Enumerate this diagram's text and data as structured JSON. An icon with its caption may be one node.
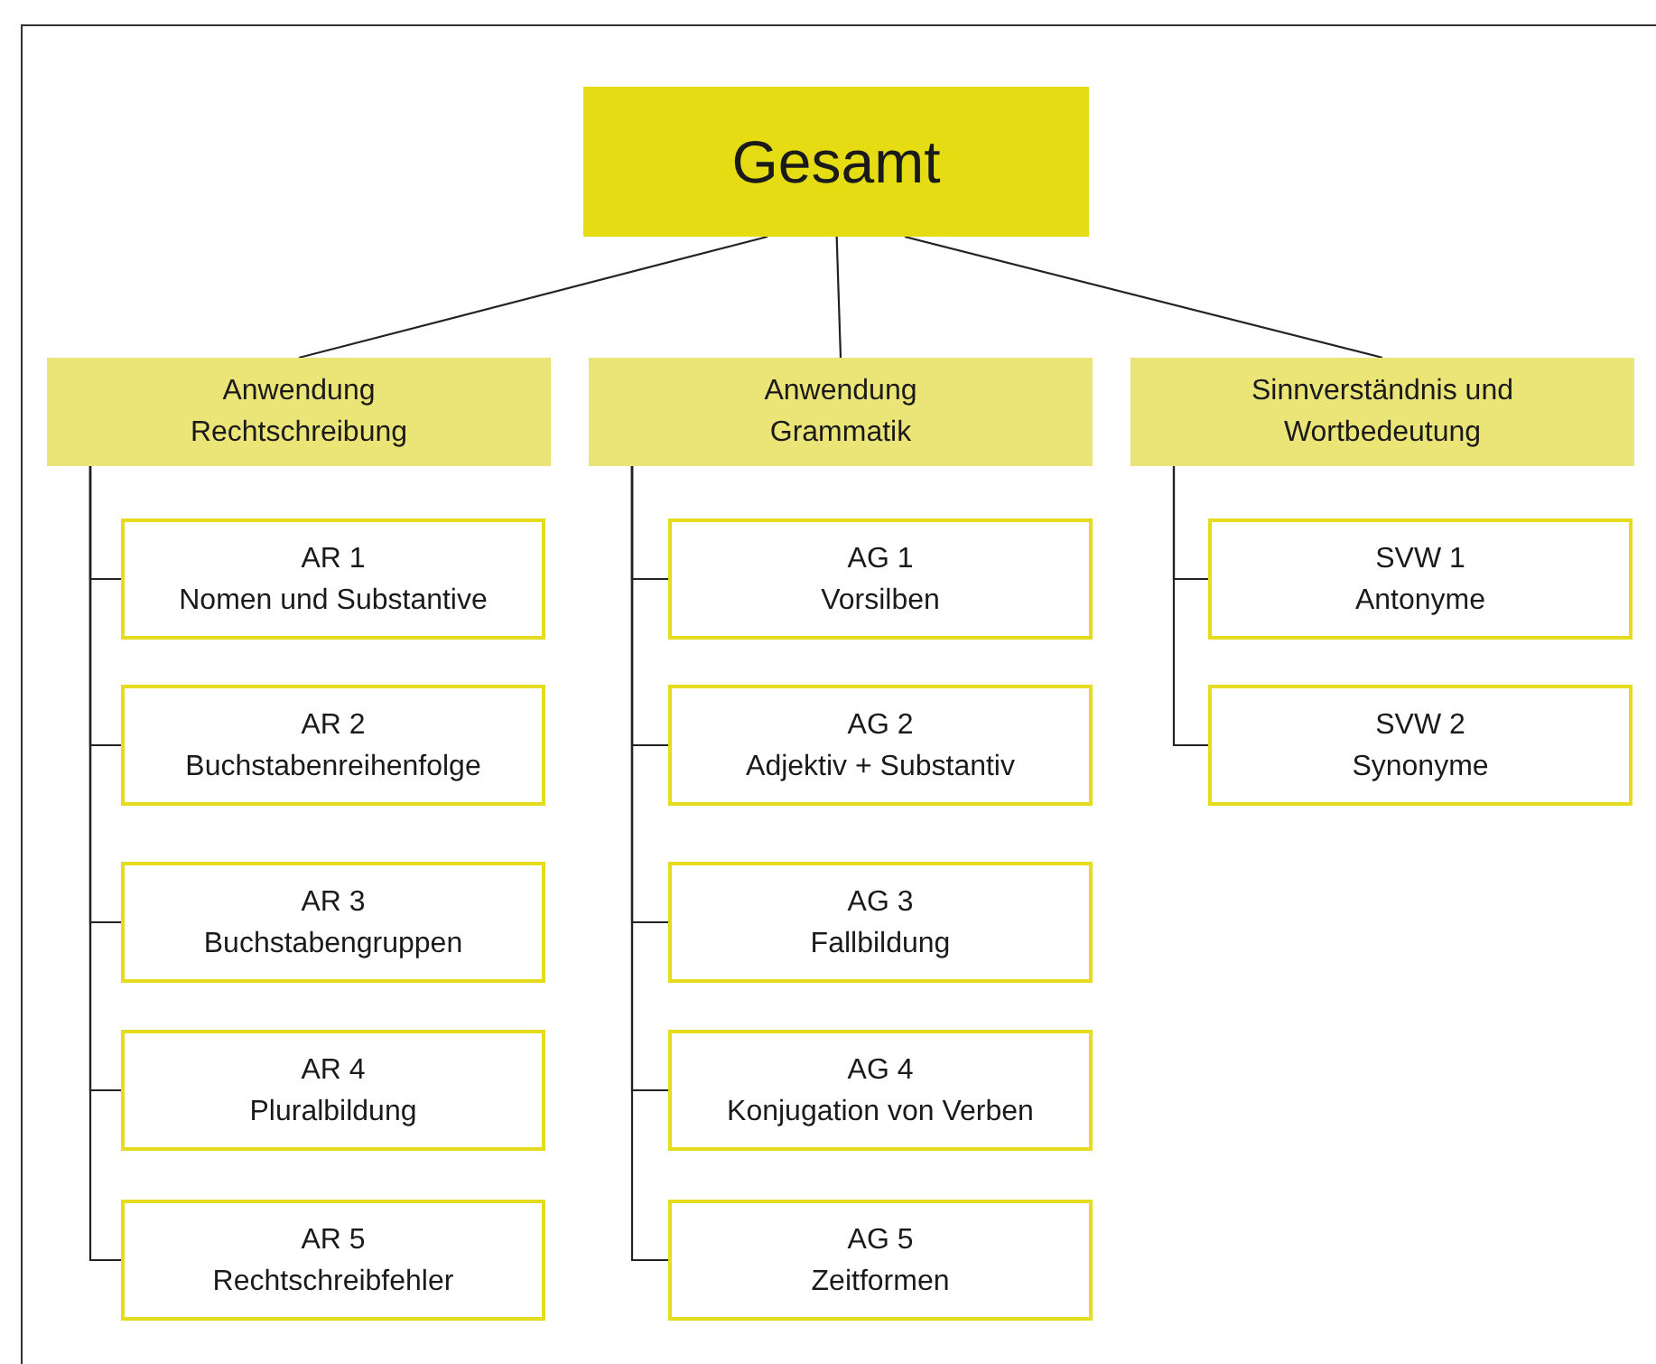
{
  "diagram": {
    "nodes": [
      {
        "text": [
          "Gesamt"
        ]
      },
      {
        "text": [
          "Anwendung Rechtschreibung"
        ]
      },
      {
        "text": [
          "AR 1",
          "Nomen und Substantive"
        ]
      },
      {
        "text": [
          "AR 2",
          "Buchstabenreihenfolge"
        ]
      },
      {
        "text": [
          "AR 3",
          "Buchstabengruppen"
        ]
      },
      {
        "text": [
          "AR 4",
          "Pluralbildung"
        ]
      },
      {
        "text": [
          "AR 5",
          "Rechtschreibfehler"
        ]
      },
      {
        "text": [
          "Anwendung Grammatik"
        ]
      },
      {
        "text": [
          "AG 1",
          "Vorsilben"
        ]
      },
      {
        "text": [
          "AG 2",
          "Adjektiv + Substantiv"
        ]
      },
      {
        "text": [
          "AG 3",
          "Fallbildung"
        ]
      },
      {
        "text": [
          "AG 4",
          "Konjugation von Verben"
        ]
      },
      {
        "text": [
          "AG 5",
          "Zeitformen"
        ]
      },
      {
        "text": [
          "Sinnverständnis und Wortbedeutung"
        ]
      },
      {
        "text": [
          "SVW 1",
          "Antonyme"
        ]
      },
      {
        "text": [
          "SVW 2",
          "Synonyme"
        ]
      }
    ],
    "edges": [
      {
        "from": 0,
        "to": 1,
        "arrow": "none"
      },
      {
        "from": 0,
        "to": 7,
        "arrow": "none"
      },
      {
        "from": 0,
        "to": 13,
        "arrow": "none"
      },
      {
        "from": 1,
        "to": 2,
        "arrow": "none"
      },
      {
        "from": 1,
        "to": 3,
        "arrow": "none"
      },
      {
        "from": 1,
        "to": 4,
        "arrow": "none"
      },
      {
        "from": 1,
        "to": 5,
        "arrow": "none"
      },
      {
        "from": 1,
        "to": 6,
        "arrow": "none"
      },
      {
        "from": 7,
        "to": 8,
        "arrow": "none"
      },
      {
        "from": 7,
        "to": 9,
        "arrow": "none"
      },
      {
        "from": 7,
        "to": 10,
        "arrow": "none"
      },
      {
        "from": 7,
        "to": 11,
        "arrow": "none"
      },
      {
        "from": 7,
        "to": 12,
        "arrow": "none"
      },
      {
        "from": 13,
        "to": 14,
        "arrow": "none"
      },
      {
        "from": 13,
        "to": 15,
        "arrow": "none"
      }
    ]
  }
}
